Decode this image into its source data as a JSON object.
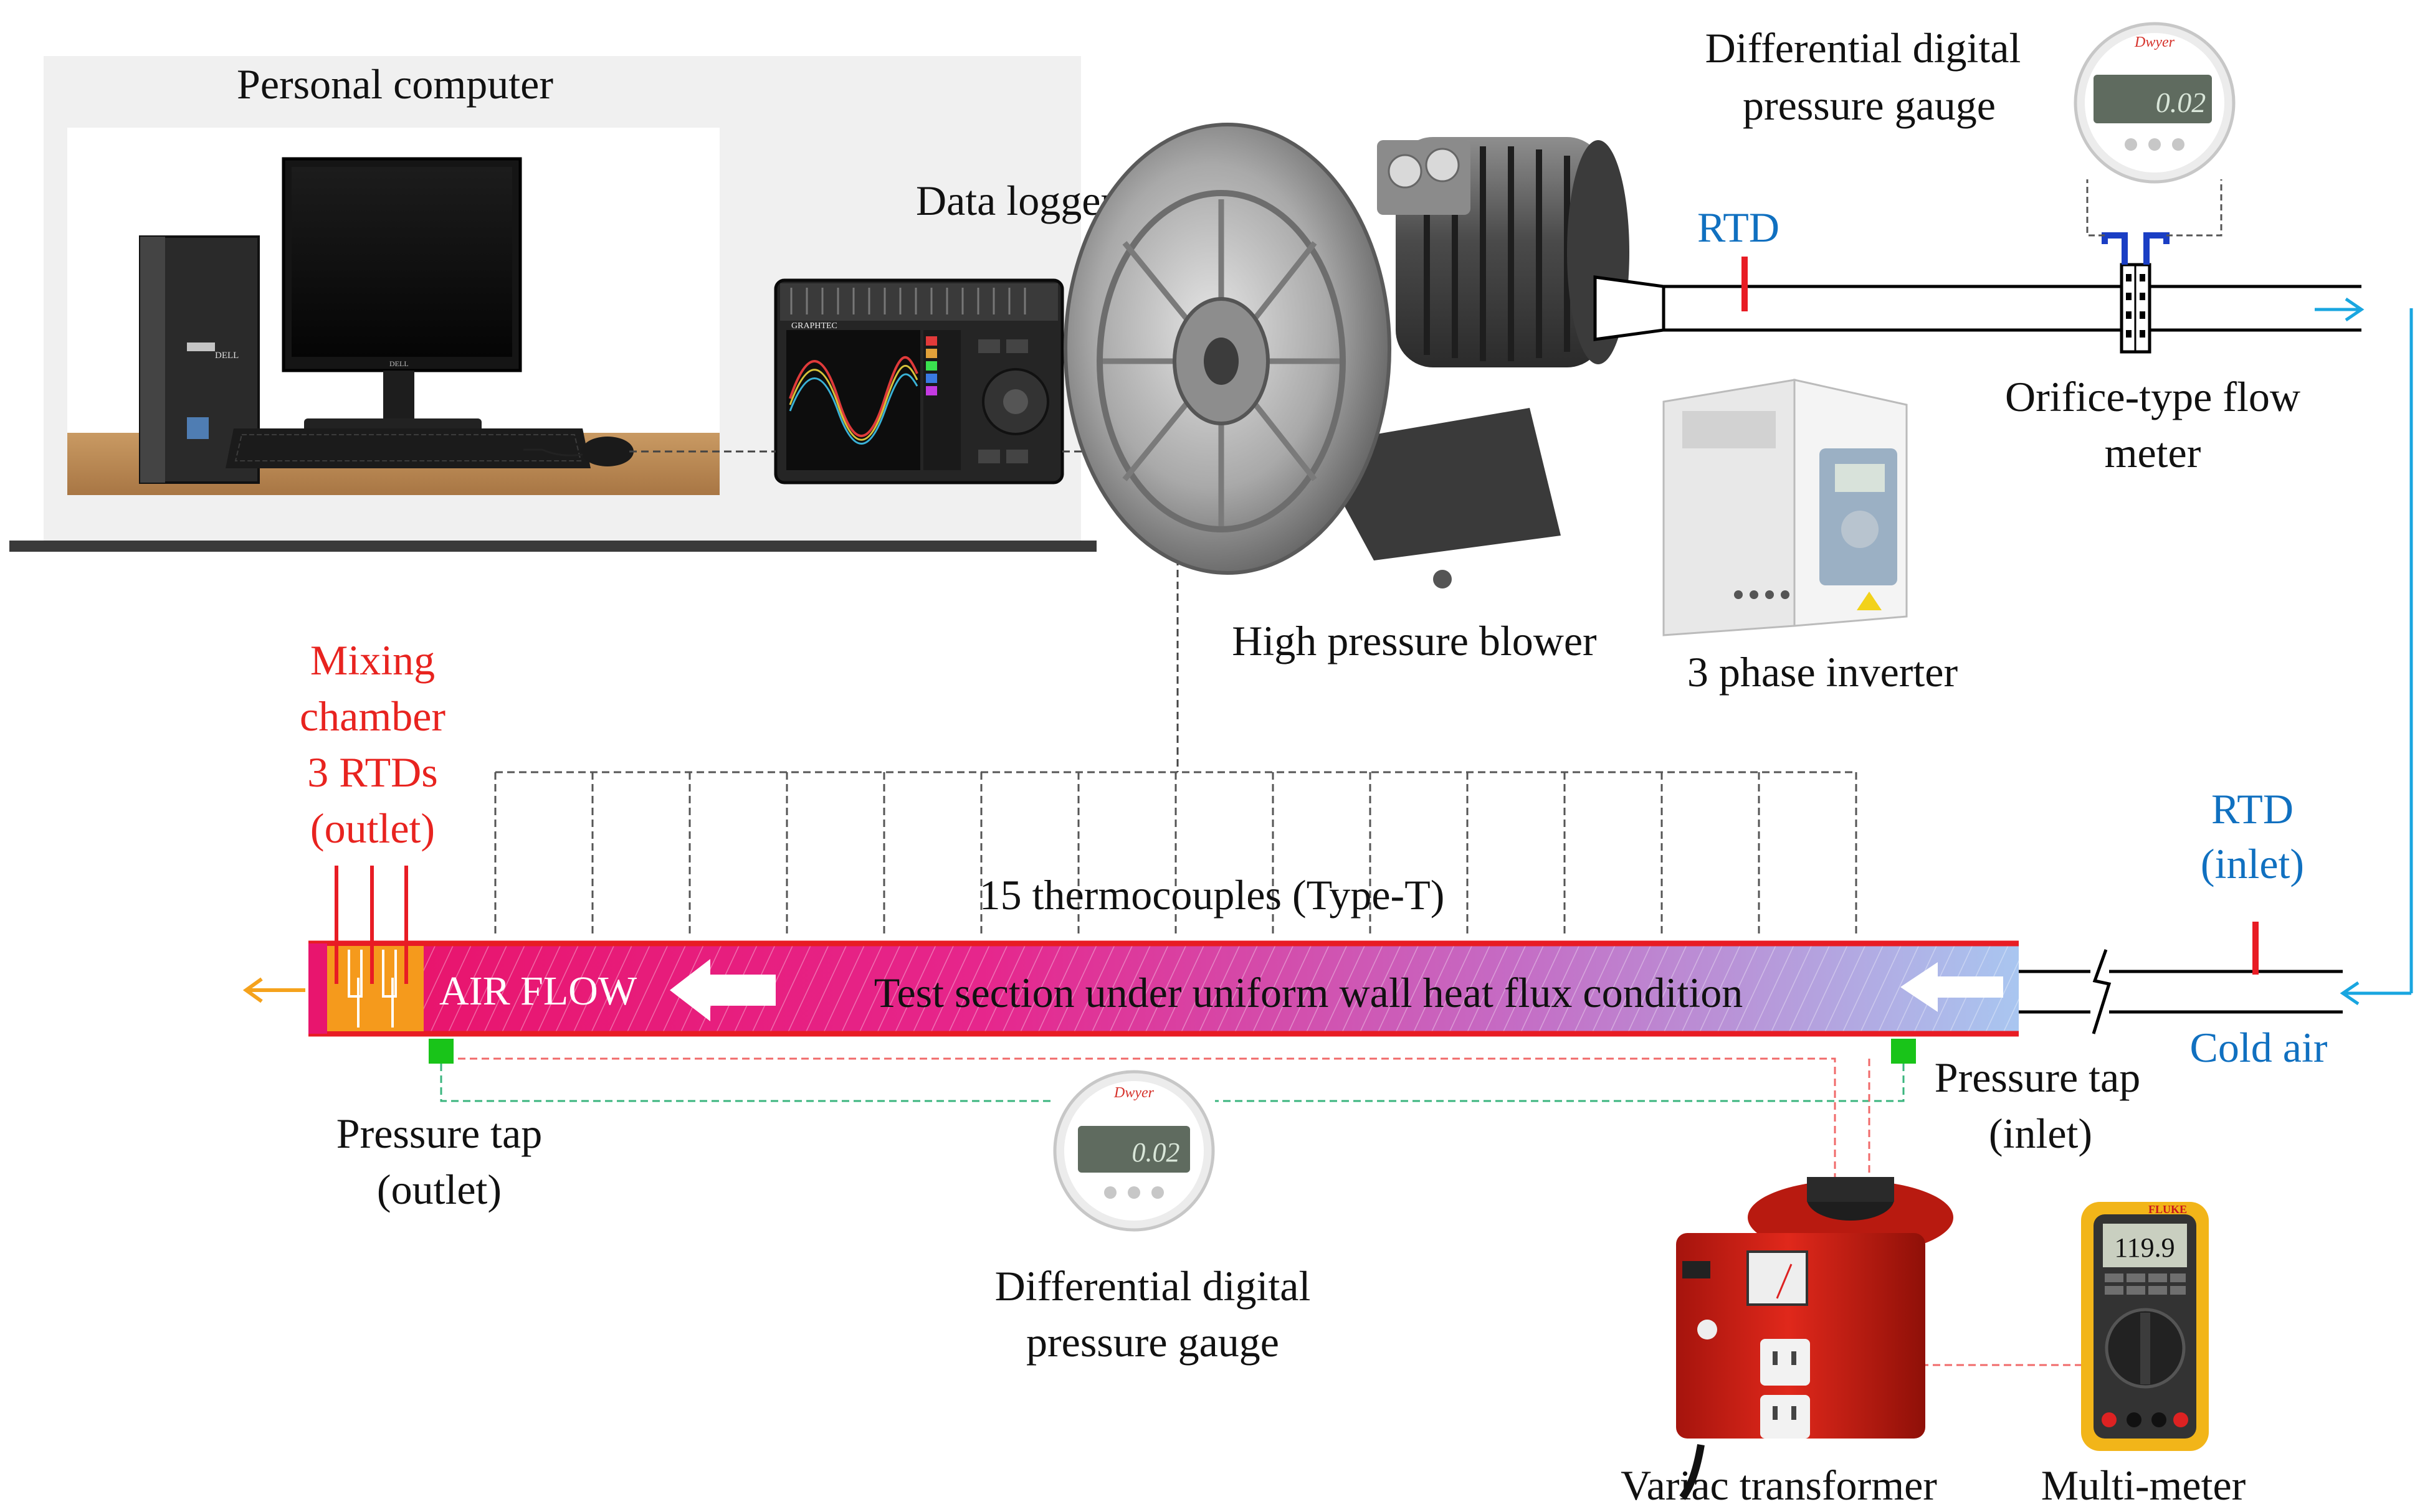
{
  "labels": {
    "personal_computer": "Personal computer",
    "data_logger": "Data logger",
    "gauge_top_line1": "Differential digital",
    "gauge_top_line2": "pressure gauge",
    "rtd_top": "RTD",
    "orifice_line1": "Orifice-type flow",
    "orifice_line2": "meter",
    "blower": "High pressure blower",
    "inverter": "3 phase inverter",
    "mixing_line1": "Mixing",
    "mixing_line2": "chamber",
    "mixing_line3": "3 RTDs",
    "mixing_line4": "(outlet)",
    "thermocouples": "15 thermocouples (Type-T)",
    "air_flow": "AIR FLOW",
    "test_section": "Test section under uniform wall heat flux condition",
    "rtd_inlet_line1": "RTD",
    "rtd_inlet_line2": "(inlet)",
    "cold_air": "Cold air",
    "ptap_out_line1": "Pressure tap",
    "ptap_out_line2": "(outlet)",
    "ptap_in_line1": "Pressure tap",
    "ptap_in_line2": "(inlet)",
    "gauge_bottom_line1": "Differential digital",
    "gauge_bottom_line2": "pressure gauge",
    "variac": "Variac transformer",
    "multimeter": "Multi-meter"
  },
  "displays": {
    "gauge_reading": "0.02",
    "multimeter_reading": "119.9",
    "gauge_brand": "Dwyer",
    "pc_brand": "DELL",
    "logger_brand": "GRAPHTEC",
    "meter_brand": "FLUKE"
  },
  "colors": {
    "red_label": "#e8231f",
    "blue_label": "#1070c0",
    "flow_arrow": "#19a6e0",
    "pipe_red": "#e81c24",
    "test_section_left": "#e8156e",
    "test_section_right": "#a9c6f0",
    "mixing_chamber": "#f59a1c",
    "pressure_tap": "#19c419",
    "wiring_red": "#f06a6a",
    "wiring_green": "#3ab57e",
    "variac_body": "#d81e12",
    "multimeter_body": "#f2b519"
  }
}
